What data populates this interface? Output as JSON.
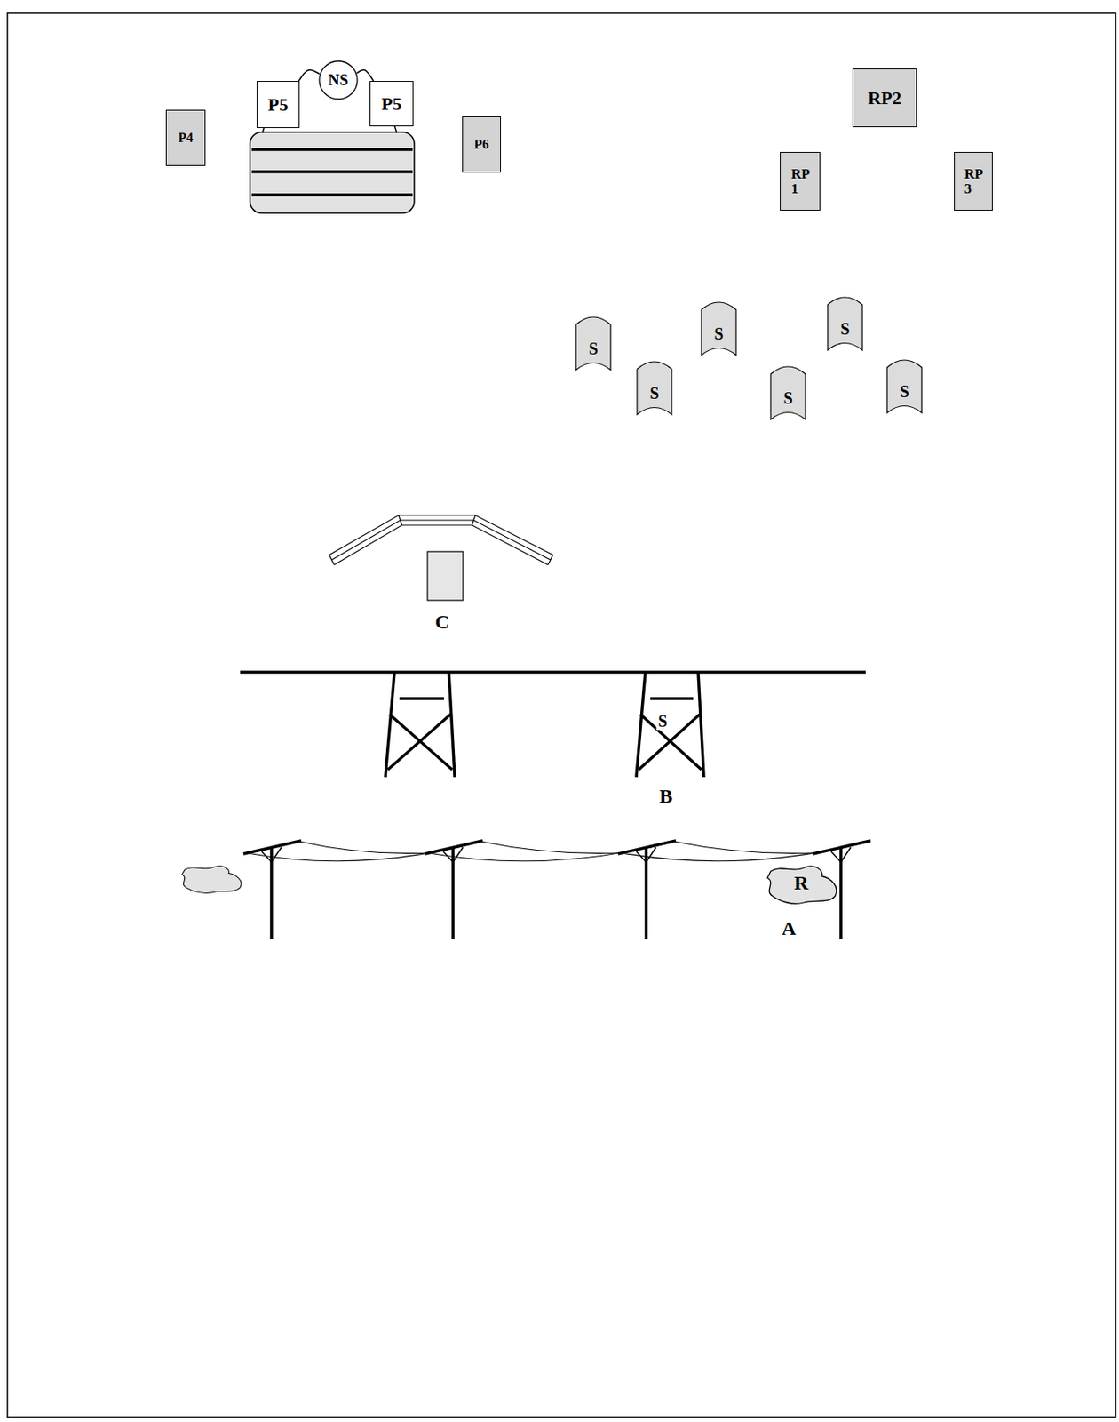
{
  "diagram": {
    "nodes": [
      {
        "text": [
          "P4"
        ]
      },
      {
        "text": [
          "P5"
        ]
      },
      {
        "text": [
          "NS"
        ]
      },
      {
        "text": [
          "P5"
        ]
      },
      {
        "text": [
          "P6"
        ]
      },
      {
        "text": [
          "RP2"
        ]
      },
      {
        "text": [
          "RP 1"
        ]
      },
      {
        "text": [
          "RP 3"
        ]
      },
      {
        "text": [
          "S"
        ]
      },
      {
        "text": [
          "S"
        ]
      },
      {
        "text": [
          "S"
        ]
      },
      {
        "text": [
          "S"
        ]
      },
      {
        "text": [
          "S"
        ]
      },
      {
        "text": [
          "S"
        ]
      },
      {
        "text": [
          "R"
        ]
      }
    ],
    "edges": [
      {
        "from": 1,
        "to": 2,
        "arrow": "none"
      },
      {
        "from": 2,
        "to": 3,
        "arrow": "none"
      }
    ],
    "labels": [
      "C",
      "S",
      "B",
      "A"
    ]
  }
}
